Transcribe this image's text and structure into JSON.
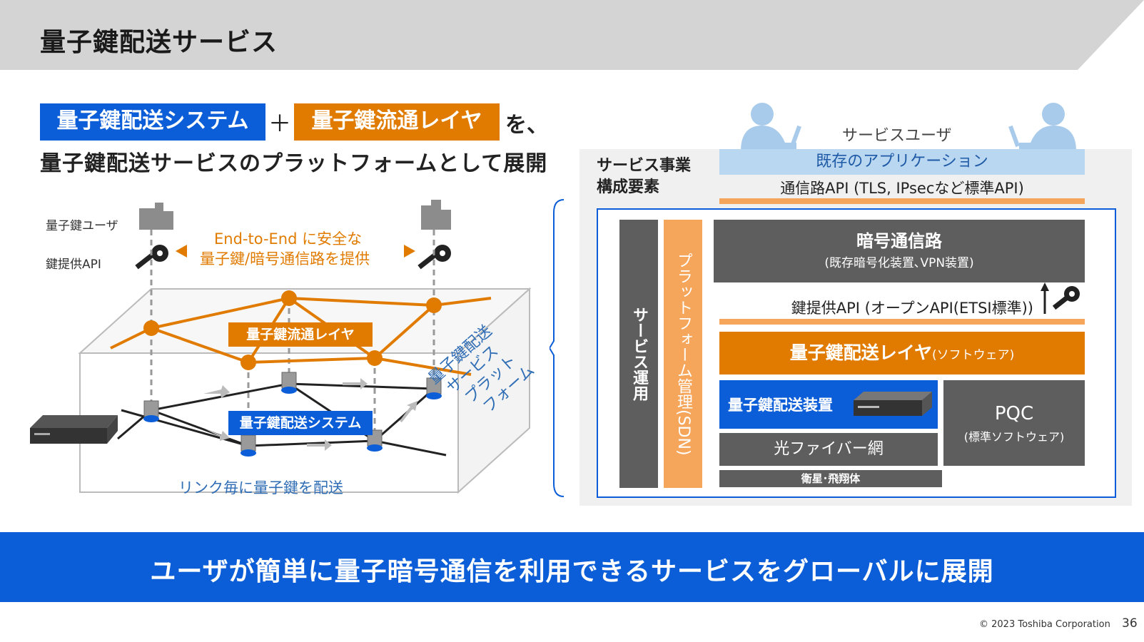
{
  "header": {
    "title": "量子鍵配送サービス"
  },
  "headline": {
    "tag_system": "量子鍵配送システム",
    "plus": "＋",
    "tag_layer": "量子鍵流通レイヤ",
    "suffix": "を、",
    "line2": "量子鍵配送サービスのプラットフォームとして展開"
  },
  "left_diagram": {
    "user_label": "量子鍵ユーザ",
    "api_label": "鍵提供API",
    "e2e_line1": "End-to-End に安全な",
    "e2e_line2": "量子鍵/暗号通信路を提供",
    "layer_box": "量子鍵流通レイヤ",
    "system_box": "量子鍵配送システム",
    "link_label": "リンク毎に量子鍵を配送",
    "platform_side": [
      "量子鍵配送",
      "サービス",
      "プラット",
      "フォーム"
    ]
  },
  "right_panel": {
    "service_user": "サービスユーザ",
    "service_heading_1": "サービス事業",
    "service_heading_2": "構成要素",
    "existing_apps": "既存のアプリケーション",
    "comm_api": "通信路API (TLS, IPsecなど標準API)",
    "col_service_ops": "サービス運用",
    "col_platform_mgmt": "プラットフォーム管理(SDN)",
    "enc_title": "暗号通信路",
    "enc_sub": "(既存暗号化装置､VPN装置)",
    "key_api": "鍵提供API (オープンAPI(ETSI標準))",
    "qkd_layer_main": "量子鍵配送レイヤ",
    "qkd_layer_sub": "(ソフトウェア)",
    "qkd_device": "量子鍵配送装置",
    "fiber": "光ファイバー網",
    "satellite": "衛星･飛翔体",
    "pqc_title": "PQC",
    "pqc_sub": "(標準ソフトウェア)"
  },
  "footer": {
    "message": "ユーザが簡単に量子暗号通信を利用できるサービスをグローバルに展開",
    "copyright": "© 2023 Toshiba Corporation",
    "page_number": "36"
  },
  "colors": {
    "blue": "#0b5ed7",
    "orange": "#e07b00",
    "light_orange": "#f5a65b",
    "gray": "#5e5e5e",
    "light_blue": "#b9d7f0"
  }
}
